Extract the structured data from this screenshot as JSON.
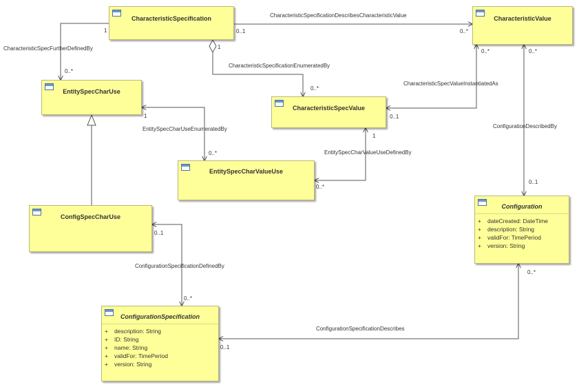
{
  "classes": {
    "characteristic_specification": {
      "name": "CharacteristicSpecification"
    },
    "characteristic_value": {
      "name": "CharacteristicValue"
    },
    "entity_spec_char_use": {
      "name": "EntitySpecCharUse"
    },
    "characteristic_spec_value": {
      "name": "CharacteristicSpecValue"
    },
    "entity_spec_char_value_use": {
      "name": "EntitySpecCharValueUse"
    },
    "config_spec_char_use": {
      "name": "ConfigSpecCharUse"
    },
    "configuration": {
      "name": "Configuration",
      "attributes": [
        {
          "vis": "+",
          "text": "dateCreated: DateTime"
        },
        {
          "vis": "+",
          "text": "description: String"
        },
        {
          "vis": "+",
          "text": "validFor: TimePeriod"
        },
        {
          "vis": "+",
          "text": "version: String"
        }
      ]
    },
    "configuration_specification": {
      "name": "ConfigurationSpecification",
      "attributes": [
        {
          "vis": "+",
          "text": "description: String"
        },
        {
          "vis": "+",
          "text": "ID: String"
        },
        {
          "vis": "+",
          "text": "name: String"
        },
        {
          "vis": "+",
          "text": "validFor: TimePeriod"
        },
        {
          "vis": "+",
          "text": "version: String"
        }
      ]
    }
  },
  "associations": {
    "spec_describes_value": {
      "label": "CharacteristicSpecificationDescribesCharacteristicValue",
      "m1": "0..1",
      "m2": "0..*"
    },
    "spec_further_defined_by": {
      "label": "CharacteristicSpecFurtherDefinedBy",
      "m1": "1",
      "m2": "0..*"
    },
    "spec_enumerated_by": {
      "label": "CharacteristicSpecificationEnumeratedBy",
      "m1": "1",
      "m2": "0..*"
    },
    "value_instantiated_as": {
      "label": "CharacteristicSpecValueInstantiatedAs",
      "m1": "0..*",
      "m2": "0..1"
    },
    "configuration_described_by": {
      "label": "ConfigurationDescribedBy",
      "m1": "0..*",
      "m2": "0..1"
    },
    "char_use_enumerated_by": {
      "label": "EntitySpecCharUseEnumeratedBy",
      "m1": "1",
      "m2": "0..*"
    },
    "char_value_use_defined_by": {
      "label": "EntitySpecCharValueUseDefinedBy",
      "m1": "1",
      "m2": "0..*"
    },
    "config_spec_defined_by": {
      "label": "ConfigurationSpecificationDefinedBy",
      "m1": "0..1",
      "m2": "0..*"
    },
    "config_spec_describes": {
      "label": "ConfigurationSpecificationDescribes",
      "m1": "0..*",
      "m2": "0..1"
    }
  },
  "colors": {
    "class_fill": "#ffff99",
    "class_border": "#b9b97a",
    "line": "#555555",
    "text": "#333333"
  }
}
